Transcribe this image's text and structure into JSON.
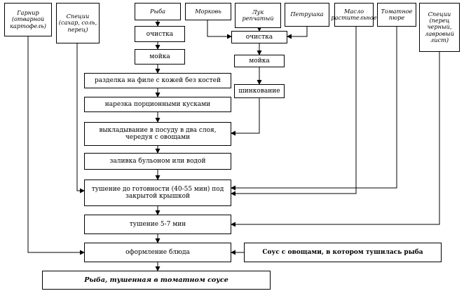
{
  "inputs": {
    "garnish": "Гарнир (отварной картофель)",
    "spices": "Специи (сахар, соль, перец)",
    "fish": "Рыба",
    "carrot": "Морковь",
    "onion": "Лук репчатый",
    "parsley": "Петрушка",
    "oil": "Масло растительное",
    "tomato": "Томатное пюре",
    "spices2": "Специи (перец черный, лавровый лист)"
  },
  "steps": {
    "clean_fish": "очистка",
    "wash_fish": "мойка",
    "fillet": "разделка на филе с кожей без костей",
    "cut": "нарезка порционными кусками",
    "layer": "выкладывание в посуду в два слоя, чередуя с овощами",
    "pour": "заливка бульоном или водой",
    "stew": "тушение до готовности (40-55 мин) под закрытой крышкой",
    "stew2": "тушение 5-7 мин",
    "plate": "оформление блюда",
    "clean_veg": "очистка",
    "wash_veg": "мойка",
    "shred": "шинкование"
  },
  "sauce_box": "Соус с овощами, в котором тушилась рыба",
  "result": "Рыба, тушенная в томатном соусе"
}
